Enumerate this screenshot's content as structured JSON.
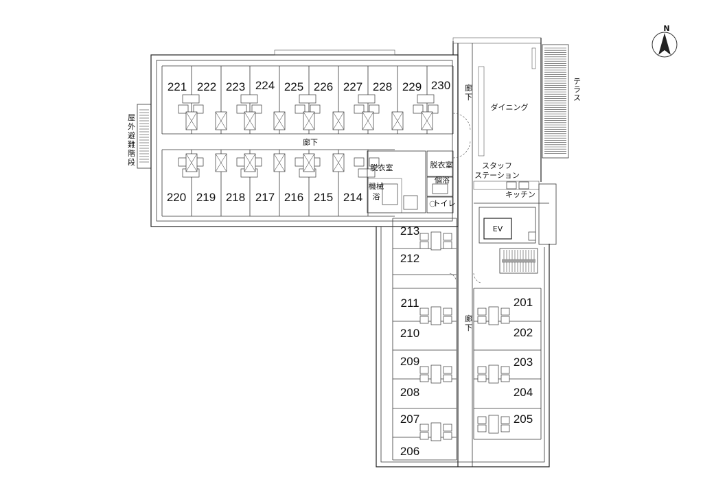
{
  "compass": {
    "label": "N",
    "icon": "north-arrow-icon"
  },
  "rooms_north_top": [
    "221",
    "222",
    "223",
    "224",
    "225",
    "226",
    "227",
    "228",
    "229",
    "230"
  ],
  "rooms_north_bottom": [
    "220",
    "219",
    "218",
    "217",
    "216",
    "215",
    "214"
  ],
  "rooms_west_column": [
    "213",
    "212",
    "211",
    "210",
    "209",
    "208",
    "207",
    "206"
  ],
  "rooms_east_column": [
    "201",
    "202",
    "203",
    "204",
    "205"
  ],
  "areas": {
    "corridor_horizontal": "廊下",
    "corridor_vertical_top": "廊下",
    "corridor_vertical_middle": "廊下",
    "dining": "ダイニング",
    "terrace": "テラス",
    "staff_station": "スタッフ\nステーション",
    "kitchen": "キッチン",
    "changing_room": "脱衣室",
    "mechanical_bath": "機械浴",
    "individual_bath": "個浴",
    "toilet": "トイレ",
    "elevator": "EV",
    "outdoor_stairs": "屋外避難階段"
  }
}
